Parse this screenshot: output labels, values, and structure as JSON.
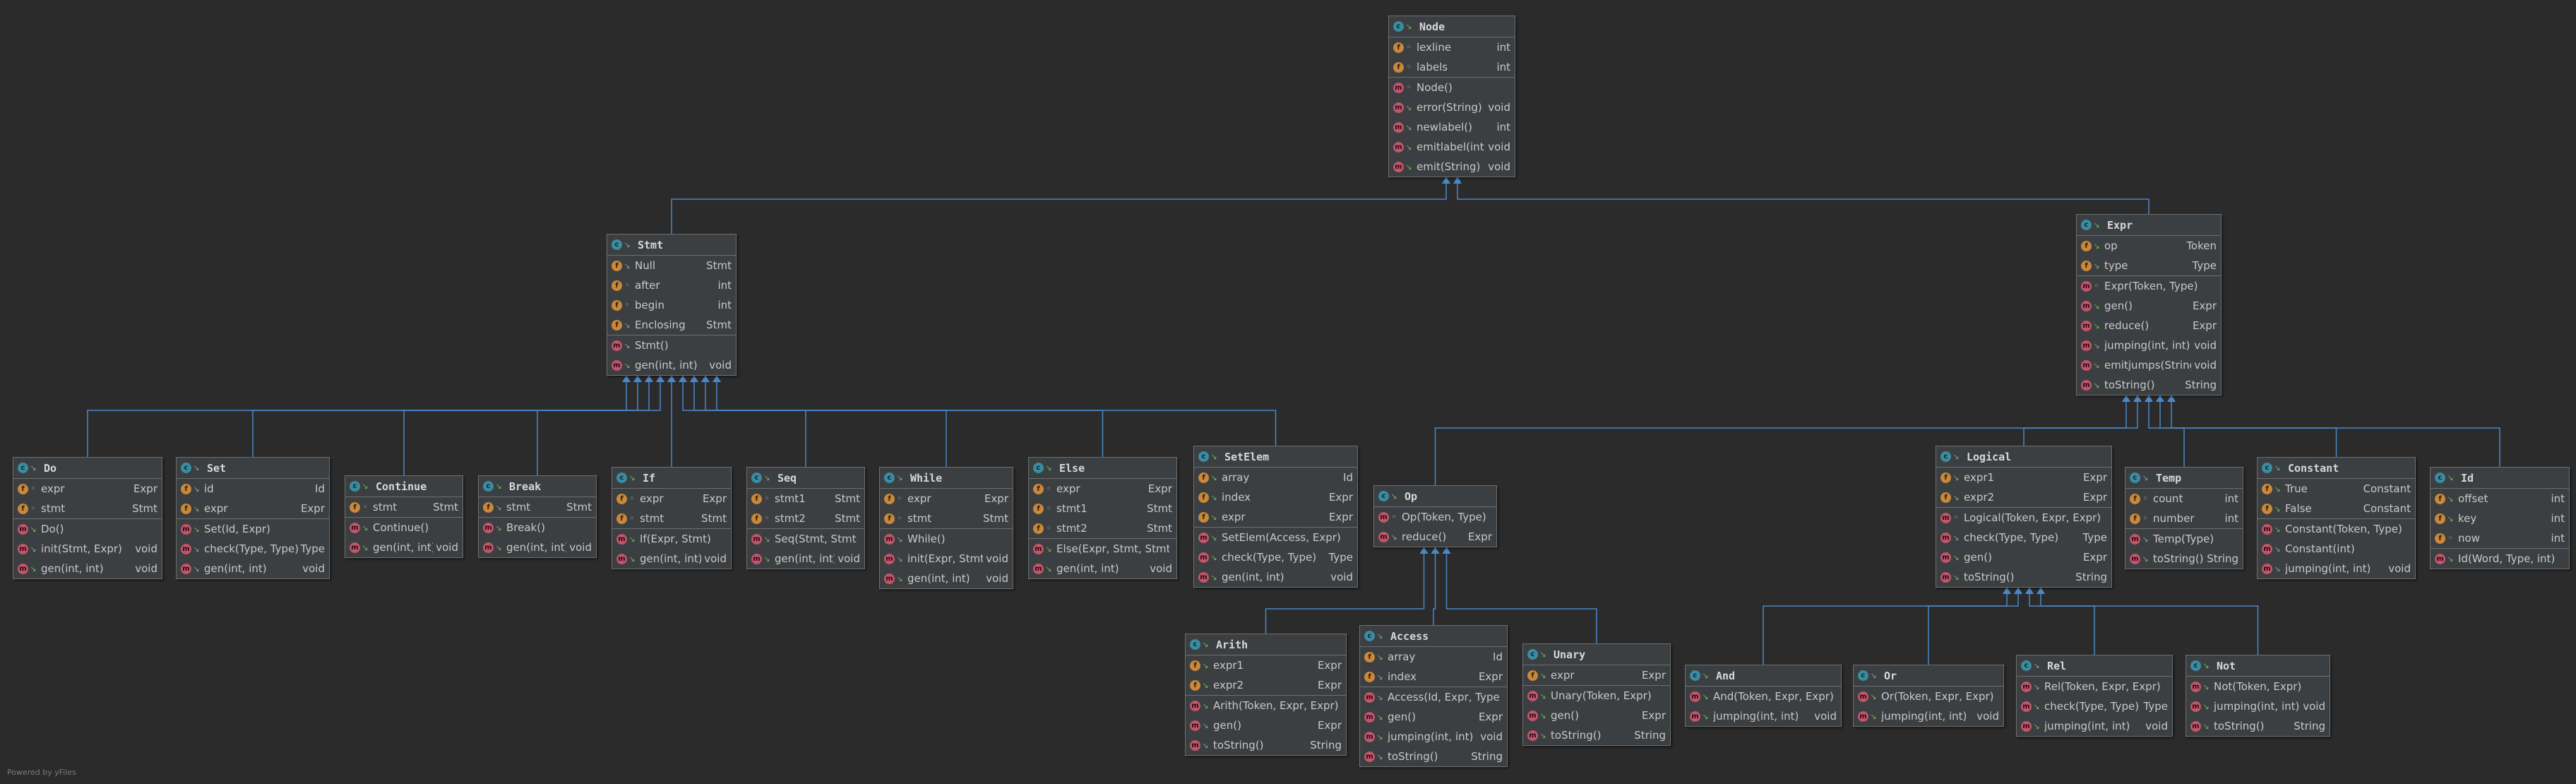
{
  "footer": "Powered by yFiles",
  "classes": [
    {
      "name": "Node",
      "sections": [
        [
          {
            "k": "f",
            "v": "dot",
            "n": "lexline",
            "t": "int"
          },
          {
            "k": "f",
            "v": "dot",
            "n": "labels",
            "t": "int"
          }
        ],
        [
          {
            "k": "m",
            "v": "dot",
            "n": "Node()",
            "t": ""
          },
          {
            "k": "m",
            "v": "pub",
            "n": "error(String)",
            "t": "void"
          },
          {
            "k": "m",
            "v": "pub",
            "n": "newlabel()",
            "t": "int"
          },
          {
            "k": "m",
            "v": "pub",
            "n": "emitlabel(int)",
            "t": "void"
          },
          {
            "k": "m",
            "v": "pub",
            "n": "emit(String)",
            "t": "void"
          }
        ]
      ]
    },
    {
      "name": "Stmt",
      "sections": [
        [
          {
            "k": "f",
            "v": "pub",
            "n": "Null",
            "t": "Stmt"
          },
          {
            "k": "f",
            "v": "dot",
            "n": "after",
            "t": "int"
          },
          {
            "k": "f",
            "v": "dot",
            "n": "begin",
            "t": "int"
          },
          {
            "k": "f",
            "v": "pub",
            "n": "Enclosing",
            "t": "Stmt"
          }
        ],
        [
          {
            "k": "m",
            "v": "pub",
            "n": "Stmt()",
            "t": ""
          },
          {
            "k": "m",
            "v": "pub",
            "n": "gen(int, int)",
            "t": "void"
          }
        ]
      ]
    },
    {
      "name": "Expr",
      "sections": [
        [
          {
            "k": "f",
            "v": "pub",
            "n": "op",
            "t": "Token"
          },
          {
            "k": "f",
            "v": "pub",
            "n": "type",
            "t": "Type"
          }
        ],
        [
          {
            "k": "m",
            "v": "dot",
            "n": "Expr(Token, Type)",
            "t": ""
          },
          {
            "k": "m",
            "v": "pub",
            "n": "gen()",
            "t": "Expr"
          },
          {
            "k": "m",
            "v": "pub",
            "n": "reduce()",
            "t": "Expr"
          },
          {
            "k": "m",
            "v": "pub",
            "n": "jumping(int, int)",
            "t": "void"
          },
          {
            "k": "m",
            "v": "pub",
            "n": "emitjumps(String, int, int)",
            "t": "void"
          },
          {
            "k": "m",
            "v": "pub",
            "n": "toString()",
            "t": "String"
          }
        ]
      ]
    },
    {
      "name": "Do",
      "sections": [
        [
          {
            "k": "f",
            "v": "dot",
            "n": "expr",
            "t": "Expr"
          },
          {
            "k": "f",
            "v": "dot",
            "n": "stmt",
            "t": "Stmt"
          }
        ],
        [
          {
            "k": "m",
            "v": "pub",
            "n": "Do()",
            "t": ""
          },
          {
            "k": "m",
            "v": "pub",
            "n": "init(Stmt, Expr)",
            "t": "void"
          },
          {
            "k": "m",
            "v": "pub",
            "n": "gen(int, int)",
            "t": "void"
          }
        ]
      ]
    },
    {
      "name": "Set",
      "sections": [
        [
          {
            "k": "f",
            "v": "pub",
            "n": "id",
            "t": "Id"
          },
          {
            "k": "f",
            "v": "pub",
            "n": "expr",
            "t": "Expr"
          }
        ],
        [
          {
            "k": "m",
            "v": "pub",
            "n": "Set(Id, Expr)",
            "t": ""
          },
          {
            "k": "m",
            "v": "pub",
            "n": "check(Type, Type)",
            "t": "Type"
          },
          {
            "k": "m",
            "v": "pub",
            "n": "gen(int, int)",
            "t": "void"
          }
        ]
      ]
    },
    {
      "name": "Continue",
      "sections": [
        [
          {
            "k": "f",
            "v": "dot",
            "n": "stmt",
            "t": "Stmt"
          }
        ],
        [
          {
            "k": "m",
            "v": "pub",
            "n": "Continue()",
            "t": ""
          },
          {
            "k": "m",
            "v": "pub",
            "n": "gen(int, int)",
            "t": "void"
          }
        ]
      ]
    },
    {
      "name": "Break",
      "sections": [
        [
          {
            "k": "f",
            "v": "pub",
            "n": "stmt",
            "t": "Stmt"
          }
        ],
        [
          {
            "k": "m",
            "v": "pub",
            "n": "Break()",
            "t": ""
          },
          {
            "k": "m",
            "v": "pub",
            "n": "gen(int, int)",
            "t": "void"
          }
        ]
      ]
    },
    {
      "name": "If",
      "sections": [
        [
          {
            "k": "f",
            "v": "dot",
            "n": "expr",
            "t": "Expr"
          },
          {
            "k": "f",
            "v": "dot",
            "n": "stmt",
            "t": "Stmt"
          }
        ],
        [
          {
            "k": "m",
            "v": "pub",
            "n": "If(Expr, Stmt)",
            "t": ""
          },
          {
            "k": "m",
            "v": "pub",
            "n": "gen(int, int)",
            "t": "void"
          }
        ]
      ]
    },
    {
      "name": "Seq",
      "sections": [
        [
          {
            "k": "f",
            "v": "dot",
            "n": "stmt1",
            "t": "Stmt"
          },
          {
            "k": "f",
            "v": "dot",
            "n": "stmt2",
            "t": "Stmt"
          }
        ],
        [
          {
            "k": "m",
            "v": "pub",
            "n": "Seq(Stmt, Stmt)",
            "t": ""
          },
          {
            "k": "m",
            "v": "pub",
            "n": "gen(int, int)",
            "t": "void"
          }
        ]
      ]
    },
    {
      "name": "While",
      "sections": [
        [
          {
            "k": "f",
            "v": "dot",
            "n": "expr",
            "t": "Expr"
          },
          {
            "k": "f",
            "v": "dot",
            "n": "stmt",
            "t": "Stmt"
          }
        ],
        [
          {
            "k": "m",
            "v": "pub",
            "n": "While()",
            "t": ""
          },
          {
            "k": "m",
            "v": "pub",
            "n": "init(Expr, Stmt)",
            "t": "void"
          },
          {
            "k": "m",
            "v": "pub",
            "n": "gen(int, int)",
            "t": "void"
          }
        ]
      ]
    },
    {
      "name": "Else",
      "sections": [
        [
          {
            "k": "f",
            "v": "dot",
            "n": "expr",
            "t": "Expr"
          },
          {
            "k": "f",
            "v": "dot",
            "n": "stmt1",
            "t": "Stmt"
          },
          {
            "k": "f",
            "v": "dot",
            "n": "stmt2",
            "t": "Stmt"
          }
        ],
        [
          {
            "k": "m",
            "v": "pub",
            "n": "Else(Expr, Stmt, Stmt)",
            "t": ""
          },
          {
            "k": "m",
            "v": "pub",
            "n": "gen(int, int)",
            "t": "void"
          }
        ]
      ]
    },
    {
      "name": "SetElem",
      "sections": [
        [
          {
            "k": "f",
            "v": "pub",
            "n": "array",
            "t": "Id"
          },
          {
            "k": "f",
            "v": "pub",
            "n": "index",
            "t": "Expr"
          },
          {
            "k": "f",
            "v": "pub",
            "n": "expr",
            "t": "Expr"
          }
        ],
        [
          {
            "k": "m",
            "v": "pub",
            "n": "SetElem(Access, Expr)",
            "t": ""
          },
          {
            "k": "m",
            "v": "pub",
            "n": "check(Type, Type)",
            "t": "Type"
          },
          {
            "k": "m",
            "v": "pub",
            "n": "gen(int, int)",
            "t": "void"
          }
        ]
      ]
    },
    {
      "name": "Op",
      "sections": [
        [
          {
            "k": "m",
            "v": "dot",
            "n": "Op(Token, Type)",
            "t": ""
          },
          {
            "k": "m",
            "v": "pub",
            "n": "reduce()",
            "t": "Expr"
          }
        ]
      ]
    },
    {
      "name": "Logical",
      "sections": [
        [
          {
            "k": "f",
            "v": "pub",
            "n": "expr1",
            "t": "Expr"
          },
          {
            "k": "f",
            "v": "pub",
            "n": "expr2",
            "t": "Expr"
          }
        ],
        [
          {
            "k": "m",
            "v": "dot",
            "n": "Logical(Token, Expr, Expr)",
            "t": ""
          },
          {
            "k": "m",
            "v": "pub",
            "n": "check(Type, Type)",
            "t": "Type"
          },
          {
            "k": "m",
            "v": "pub",
            "n": "gen()",
            "t": "Expr"
          },
          {
            "k": "m",
            "v": "pub",
            "n": "toString()",
            "t": "String"
          }
        ]
      ]
    },
    {
      "name": "Temp",
      "sections": [
        [
          {
            "k": "f",
            "v": "dot",
            "n": "count",
            "t": "int"
          },
          {
            "k": "f",
            "v": "dot",
            "n": "number",
            "t": "int"
          }
        ],
        [
          {
            "k": "m",
            "v": "pub",
            "n": "Temp(Type)",
            "t": ""
          },
          {
            "k": "m",
            "v": "pub",
            "n": "toString()",
            "t": "String"
          }
        ]
      ]
    },
    {
      "name": "Constant",
      "sections": [
        [
          {
            "k": "f",
            "v": "pub",
            "n": "True",
            "t": "Constant"
          },
          {
            "k": "f",
            "v": "pub",
            "n": "False",
            "t": "Constant"
          }
        ],
        [
          {
            "k": "m",
            "v": "pub",
            "n": "Constant(Token, Type)",
            "t": ""
          },
          {
            "k": "m",
            "v": "pub",
            "n": "Constant(int)",
            "t": ""
          },
          {
            "k": "m",
            "v": "pub",
            "n": "jumping(int, int)",
            "t": "void"
          }
        ]
      ]
    },
    {
      "name": "Id",
      "sections": [
        [
          {
            "k": "f",
            "v": "pub",
            "n": "offset",
            "t": "int"
          },
          {
            "k": "f",
            "v": "pub",
            "n": "key",
            "t": "int"
          },
          {
            "k": "f",
            "v": "dot",
            "n": "now",
            "t": "int"
          }
        ],
        [
          {
            "k": "m",
            "v": "pub",
            "n": "Id(Word, Type, int)",
            "t": ""
          }
        ]
      ]
    },
    {
      "name": "Arith",
      "sections": [
        [
          {
            "k": "f",
            "v": "pub",
            "n": "expr1",
            "t": "Expr"
          },
          {
            "k": "f",
            "v": "pub",
            "n": "expr2",
            "t": "Expr"
          }
        ],
        [
          {
            "k": "m",
            "v": "pub",
            "n": "Arith(Token, Expr, Expr)",
            "t": ""
          },
          {
            "k": "m",
            "v": "pub",
            "n": "gen()",
            "t": "Expr"
          },
          {
            "k": "m",
            "v": "pub",
            "n": "toString()",
            "t": "String"
          }
        ]
      ]
    },
    {
      "name": "Access",
      "sections": [
        [
          {
            "k": "f",
            "v": "pub",
            "n": "array",
            "t": "Id"
          },
          {
            "k": "f",
            "v": "pub",
            "n": "index",
            "t": "Expr"
          }
        ],
        [
          {
            "k": "m",
            "v": "pub",
            "n": "Access(Id, Expr, Type)",
            "t": ""
          },
          {
            "k": "m",
            "v": "pub",
            "n": "gen()",
            "t": "Expr"
          },
          {
            "k": "m",
            "v": "pub",
            "n": "jumping(int, int)",
            "t": "void"
          },
          {
            "k": "m",
            "v": "pub",
            "n": "toString()",
            "t": "String"
          }
        ]
      ]
    },
    {
      "name": "Unary",
      "sections": [
        [
          {
            "k": "f",
            "v": "pub",
            "n": "expr",
            "t": "Expr"
          }
        ],
        [
          {
            "k": "m",
            "v": "pub",
            "n": "Unary(Token, Expr)",
            "t": ""
          },
          {
            "k": "m",
            "v": "pub",
            "n": "gen()",
            "t": "Expr"
          },
          {
            "k": "m",
            "v": "pub",
            "n": "toString()",
            "t": "String"
          }
        ]
      ]
    },
    {
      "name": "And",
      "sections": [
        [
          {
            "k": "m",
            "v": "pub",
            "n": "And(Token, Expr, Expr)",
            "t": ""
          },
          {
            "k": "m",
            "v": "pub",
            "n": "jumping(int, int)",
            "t": "void"
          }
        ]
      ]
    },
    {
      "name": "Or",
      "sections": [
        [
          {
            "k": "m",
            "v": "pub",
            "n": "Or(Token, Expr, Expr)",
            "t": ""
          },
          {
            "k": "m",
            "v": "pub",
            "n": "jumping(int, int)",
            "t": "void"
          }
        ]
      ]
    },
    {
      "name": "Rel",
      "sections": [
        [
          {
            "k": "m",
            "v": "pub",
            "n": "Rel(Token, Expr, Expr)",
            "t": ""
          },
          {
            "k": "m",
            "v": "pub",
            "n": "check(Type, Type)",
            "t": "Type"
          },
          {
            "k": "m",
            "v": "pub",
            "n": "jumping(int, int)",
            "t": "void"
          }
        ]
      ]
    },
    {
      "name": "Not",
      "sections": [
        [
          {
            "k": "m",
            "v": "pub",
            "n": "Not(Token, Expr)",
            "t": ""
          },
          {
            "k": "m",
            "v": "pub",
            "n": "jumping(int, int)",
            "t": "void"
          },
          {
            "k": "m",
            "v": "pub",
            "n": "toString()",
            "t": "String"
          }
        ]
      ]
    }
  ],
  "inheritance": [
    [
      "Stmt",
      "Node"
    ],
    [
      "Expr",
      "Node"
    ],
    [
      "Do",
      "Stmt"
    ],
    [
      "Set",
      "Stmt"
    ],
    [
      "Continue",
      "Stmt"
    ],
    [
      "Break",
      "Stmt"
    ],
    [
      "If",
      "Stmt"
    ],
    [
      "Seq",
      "Stmt"
    ],
    [
      "While",
      "Stmt"
    ],
    [
      "Else",
      "Stmt"
    ],
    [
      "SetElem",
      "Stmt"
    ],
    [
      "Op",
      "Expr"
    ],
    [
      "Logical",
      "Expr"
    ],
    [
      "Temp",
      "Expr"
    ],
    [
      "Constant",
      "Expr"
    ],
    [
      "Id",
      "Expr"
    ],
    [
      "Arith",
      "Op"
    ],
    [
      "Access",
      "Op"
    ],
    [
      "Unary",
      "Op"
    ],
    [
      "And",
      "Logical"
    ],
    [
      "Or",
      "Logical"
    ],
    [
      "Rel",
      "Logical"
    ],
    [
      "Not",
      "Logical"
    ]
  ],
  "colors": {
    "edge": "#4a88c7",
    "box": "#3c3f41",
    "border": "#6e6e6e"
  }
}
